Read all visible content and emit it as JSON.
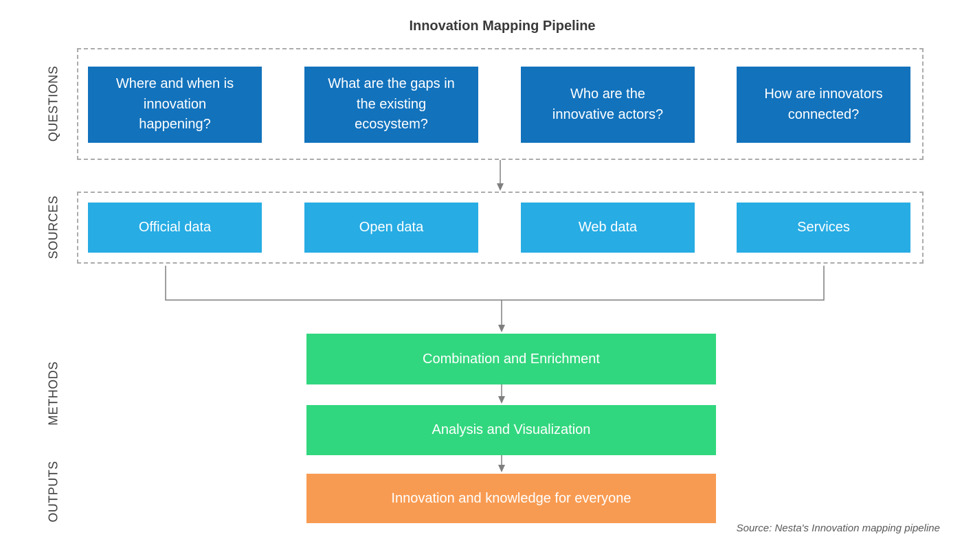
{
  "title": "Innovation Mapping Pipeline",
  "row_labels": [
    "QUESTIONS",
    "SOURCES",
    "METHODS",
    "OUTPUTS"
  ],
  "questions": [
    {
      "text": "Where and when is innovation happening?",
      "lines": [
        "Where and when is",
        "innovation",
        "happening?"
      ]
    },
    {
      "text": "What are the gaps in the existing ecosystem?",
      "lines": [
        "What are the gaps in",
        "the existing",
        "ecosystem?"
      ]
    },
    {
      "text": "Who are the innovative actors?",
      "lines": [
        "Who are the",
        "innovative actors?"
      ]
    },
    {
      "text": "How are innovators connected?",
      "lines": [
        "How are innovators",
        "connected?"
      ]
    }
  ],
  "sources": [
    "Official data",
    "Open data",
    "Web data",
    "Services"
  ],
  "methods": [
    "Combination and Enrichment",
    "Analysis and Visualization"
  ],
  "outputs": [
    "Innovation and knowledge for everyone"
  ],
  "source_note": "Source: Nesta's Innovation mapping pipeline",
  "colors": {
    "question_box": "#1272bc",
    "source_box": "#27ace4",
    "method_box": "#31d77e",
    "output_box": "#f89b52",
    "connector": "#7f7f7f",
    "dashed_border": "#ababab",
    "title_text": "#3a3a3a",
    "rail_label_text": "#3e3e3e",
    "box_text": "#ffffff",
    "source_note_text": "#595959"
  }
}
